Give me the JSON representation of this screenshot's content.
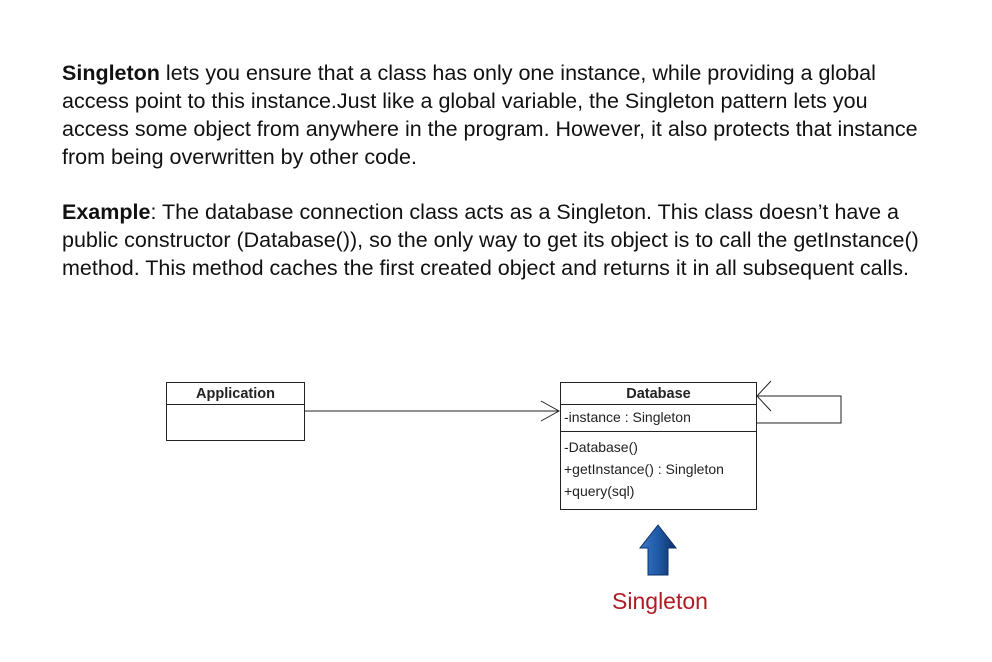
{
  "intro": {
    "term": "Singleton",
    "text": " lets you ensure that a class has only one instance, while providing a global access point to this instance.Just like a global variable, the Singleton pattern lets you access some object from anywhere in the program. However, it also protects that instance from being overwritten by other code."
  },
  "example": {
    "term": "Example",
    "text": ": The database connection class acts as a Singleton. This class doesn’t have a public constructor (Database()), so the only way to get its object is to call the getInstance() method. This method caches the first created object and returns it in all subsequent calls."
  },
  "diagram": {
    "application": {
      "name": "Application"
    },
    "database": {
      "name": "Database",
      "attributes": [
        "-instance : Singleton"
      ],
      "operations": [
        "-Database()",
        "+getInstance() : Singleton",
        "+query(sql)"
      ]
    },
    "callout_label": "Singleton",
    "colors": {
      "arrow_fill": "#1f5aa6",
      "arrow_dark": "#0d2f66",
      "label": "#b01c24"
    }
  }
}
